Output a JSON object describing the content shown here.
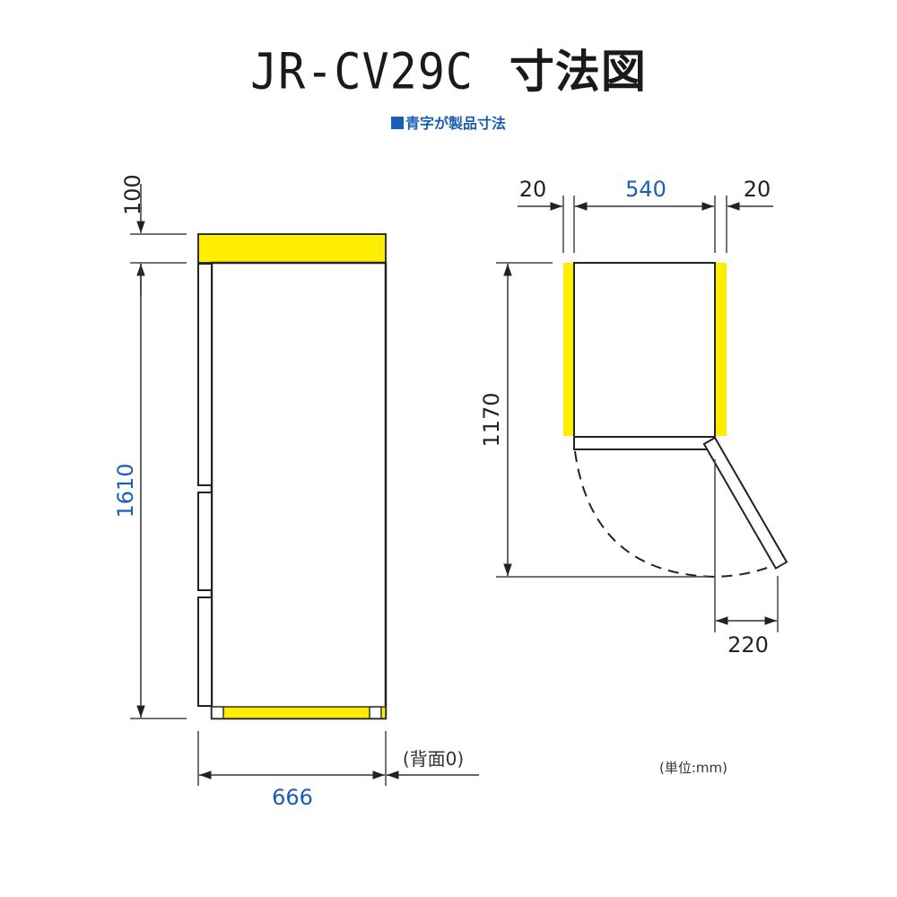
{
  "title": {
    "model": "JR-CV29C",
    "label": "寸法図"
  },
  "legend": {
    "marker": "■",
    "text": "青字が製品寸法"
  },
  "colors": {
    "product_dimension_text": "#1a5fb4",
    "clearance_fill": "#ffee00",
    "line": "#222222"
  },
  "front_view": {
    "top_clearance": "100",
    "height": "1610",
    "depth": "666",
    "back_clearance": "(背面0)"
  },
  "top_view": {
    "left_clearance": "20",
    "width": "540",
    "right_clearance": "20",
    "door_open_depth": "1170",
    "door_protrusion": "220"
  },
  "unit_note": "(単位:mm)"
}
